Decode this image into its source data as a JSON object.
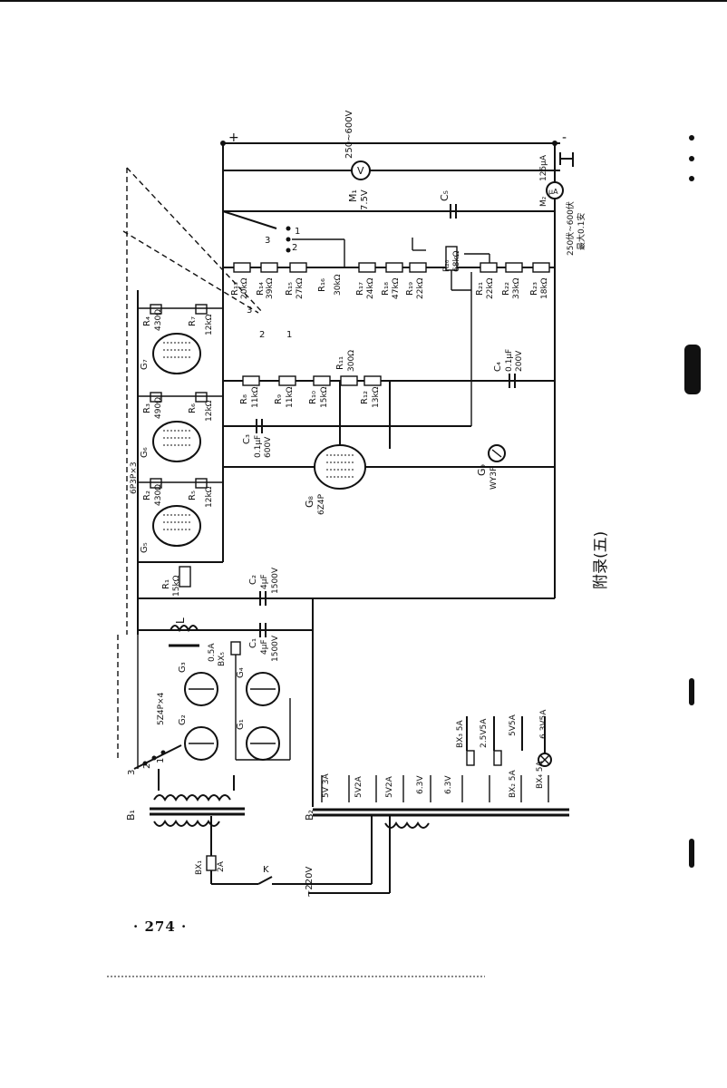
{
  "page": {
    "page_number": "· 274 ·",
    "appendix_title": "附录(五)"
  },
  "power_in": {
    "voltage": "~220V",
    "switch": "K"
  },
  "fuses": {
    "bx1": "BX₁",
    "bx1_rating": "2A",
    "bx2": "BX₂ 5A",
    "bx3": "BX₃ 5A",
    "bx4": "BX₄ 5A",
    "bx5": "BX₅",
    "bx5_rating": "0.5A"
  },
  "transformers": {
    "b1": "B₁",
    "b2": "B₂",
    "secondary_taps": [
      "5V 3A",
      "5V2A",
      "5V2A",
      "6.3V",
      "6.3V",
      "2.5V5A",
      "5V5A",
      "6.3V5A"
    ]
  },
  "selector": {
    "positions": [
      "1",
      "2",
      "3"
    ]
  },
  "rectifiers": {
    "g1": "G₁",
    "g2": "G₂",
    "g3": "G₃",
    "g4": "G₄",
    "type_label": "5Z4P×4"
  },
  "inductor": {
    "name": "L"
  },
  "capacitors": {
    "c1": "C₁",
    "c1_value": "4μF",
    "c1_voltage": "1500V",
    "c2": "C₂",
    "c2_value": "4μF",
    "c2_voltage": "1500V",
    "c3": "C₃",
    "c3_value": "0.1μF",
    "c3_voltage": "600V",
    "c4": "C₄",
    "c4_value": "0.1μF",
    "c4_voltage": "200V",
    "c5": "C₅"
  },
  "tubes": {
    "g5": "G₅",
    "g6": "G₆",
    "g7": "G₇",
    "pass_type": "6P3P×3",
    "g8": "G₈",
    "g8_type": "6Z4P",
    "g9": "G₉",
    "g9_type": "WY3P"
  },
  "resistors": {
    "r1": "R₁",
    "r1_value": "15kΩ",
    "r2": "R₂",
    "r2_value": "430Ω",
    "r3": "R₃",
    "r3_value": "490Ω",
    "r4": "R₄",
    "r4_value": "430Ω",
    "r5": "R₅",
    "r5_value": "12kΩ",
    "r6": "R₆",
    "r6_value": "12kΩ",
    "r7": "R₇",
    "r7_value": "12kΩ",
    "r8": "R₈",
    "r8_value": "11kΩ",
    "r9": "R₉",
    "r9_value": "11kΩ",
    "r10": "R₁₀",
    "r10_value": "15kΩ",
    "r11": "R₁₁",
    "r11_value": "300Ω",
    "r12": "R₁₂",
    "r12_value": "13kΩ",
    "r13": "R₁₃",
    "r13_value": "20kΩ",
    "r14": "R₁₄",
    "r14_value": "39kΩ",
    "r15": "R₁₅",
    "r15_value": "27kΩ",
    "r16": "R₁₆",
    "r16_value": "30kΩ",
    "r17": "R₁₇",
    "r17_value": "24kΩ",
    "r18": "R₁₈",
    "r18_value": "47kΩ",
    "r19": "R₁₉",
    "r19_value": "22kΩ",
    "r20": "R₂₀",
    "r20_value": "68kΩ",
    "r21": "R₂₁",
    "r21_value": "22kΩ",
    "r22": "R₂₂",
    "r22_value": "33kΩ",
    "r23": "R₂₃",
    "r23_value": "18kΩ"
  },
  "meters": {
    "m1": "M₁",
    "m1_scale": "7.5V",
    "v_symbol": "V",
    "m2": "M₂",
    "m2_rating": "125μA",
    "ua_symbol": "μA",
    "out_range": "250~600V",
    "out_spec_line1": "250伏~600伏",
    "out_spec_line2": "最大0.1安"
  },
  "output": {
    "plus": "+",
    "minus": "-"
  }
}
